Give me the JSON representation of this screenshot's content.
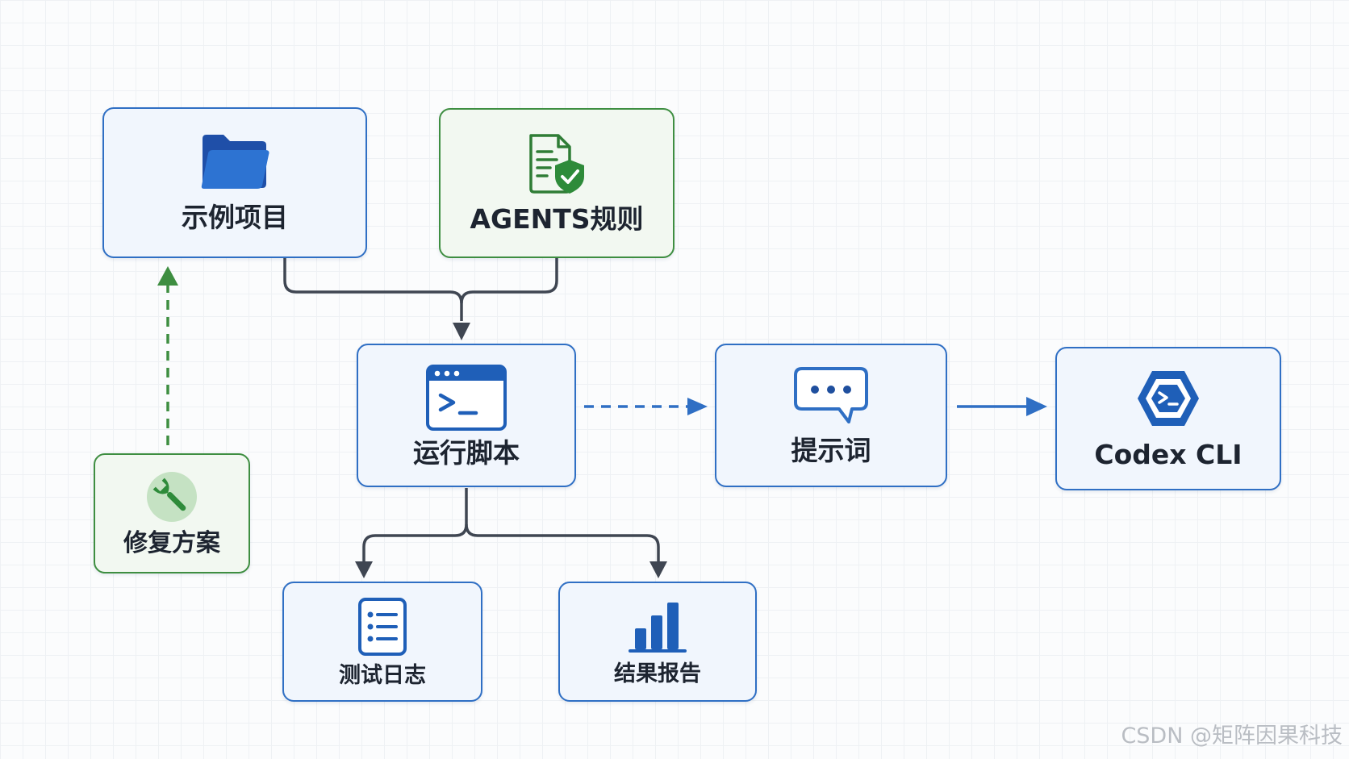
{
  "nodes": {
    "sample_project": {
      "label": "示例项目",
      "icon": "folder-icon"
    },
    "agents_rules": {
      "label": "AGENTS规则",
      "icon": "shield-document-icon"
    },
    "run_script": {
      "label": "运行脚本",
      "icon": "terminal-icon"
    },
    "prompt": {
      "label": "提示词",
      "icon": "chat-bubble-icon"
    },
    "codex_cli": {
      "label": "Codex CLI",
      "icon": "codex-hexagon-icon"
    },
    "fix_plan": {
      "label": "修复方案",
      "icon": "wrench-icon"
    },
    "test_log": {
      "label": "测试日志",
      "icon": "list-icon"
    },
    "result_report": {
      "label": "结果报告",
      "icon": "bar-chart-icon"
    }
  },
  "edges": [
    {
      "from": "sample_project",
      "to": "run_script",
      "style": "solid"
    },
    {
      "from": "agents_rules",
      "to": "run_script",
      "style": "solid"
    },
    {
      "from": "run_script",
      "to": "prompt",
      "style": "dashed"
    },
    {
      "from": "prompt",
      "to": "codex_cli",
      "style": "solid"
    },
    {
      "from": "run_script",
      "to": "test_log",
      "style": "solid"
    },
    {
      "from": "run_script",
      "to": "result_report",
      "style": "solid"
    },
    {
      "from": "fix_plan",
      "to": "sample_project",
      "style": "dashed"
    }
  ],
  "colors": {
    "blue_accent": "#2f6fc4",
    "green_accent": "#3e8e41",
    "connector": "#3f4652",
    "node_fill_blue": "#f1f6fd",
    "node_fill_green": "#f2f8f1"
  },
  "watermark": "CSDN @矩阵因果科技"
}
